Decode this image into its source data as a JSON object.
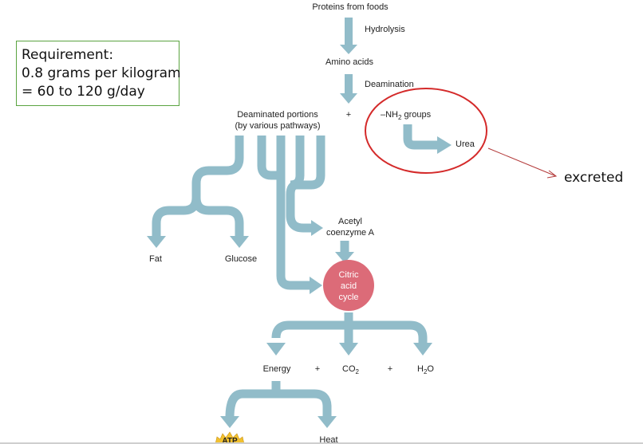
{
  "requirement": {
    "line1": "Requirement:",
    "line2": "0.8 grams per kilogram",
    "line3": "= 60 to 120 g/day"
  },
  "nodes": {
    "proteins": "Proteins from foods",
    "amino_acids": "Amino acids",
    "deaminated_1": "Deaminated portions",
    "deaminated_2": "(by various pathways)",
    "plus_1": "+",
    "nh2_prefix": "–NH",
    "nh2_sub": "2",
    "nh2_suffix": " groups",
    "urea": "Urea",
    "fat": "Fat",
    "glucose": "Glucose",
    "acetyl_1": "Acetyl",
    "acetyl_2": "coenzyme A",
    "citric_1": "Citric",
    "citric_2": "acid",
    "citric_3": "cycle",
    "energy": "Energy",
    "plus_2": "+",
    "co2_prefix": "CO",
    "co2_sub": "2",
    "plus_3": "+",
    "h2o_h": "H",
    "h2o_sub": "2",
    "h2o_o": "O",
    "atp": "ATP",
    "heat": "Heat"
  },
  "processes": {
    "hydrolysis": "Hydrolysis",
    "deamination": "Deamination"
  },
  "annotation": {
    "excreted": "excreted"
  },
  "colors": {
    "arrow": "#91bcc9",
    "citric_fill": "#dc6b78",
    "highlight_circle": "#d42a2a",
    "req_border": "#5aa340",
    "atp_fill": "#f2c12e"
  }
}
